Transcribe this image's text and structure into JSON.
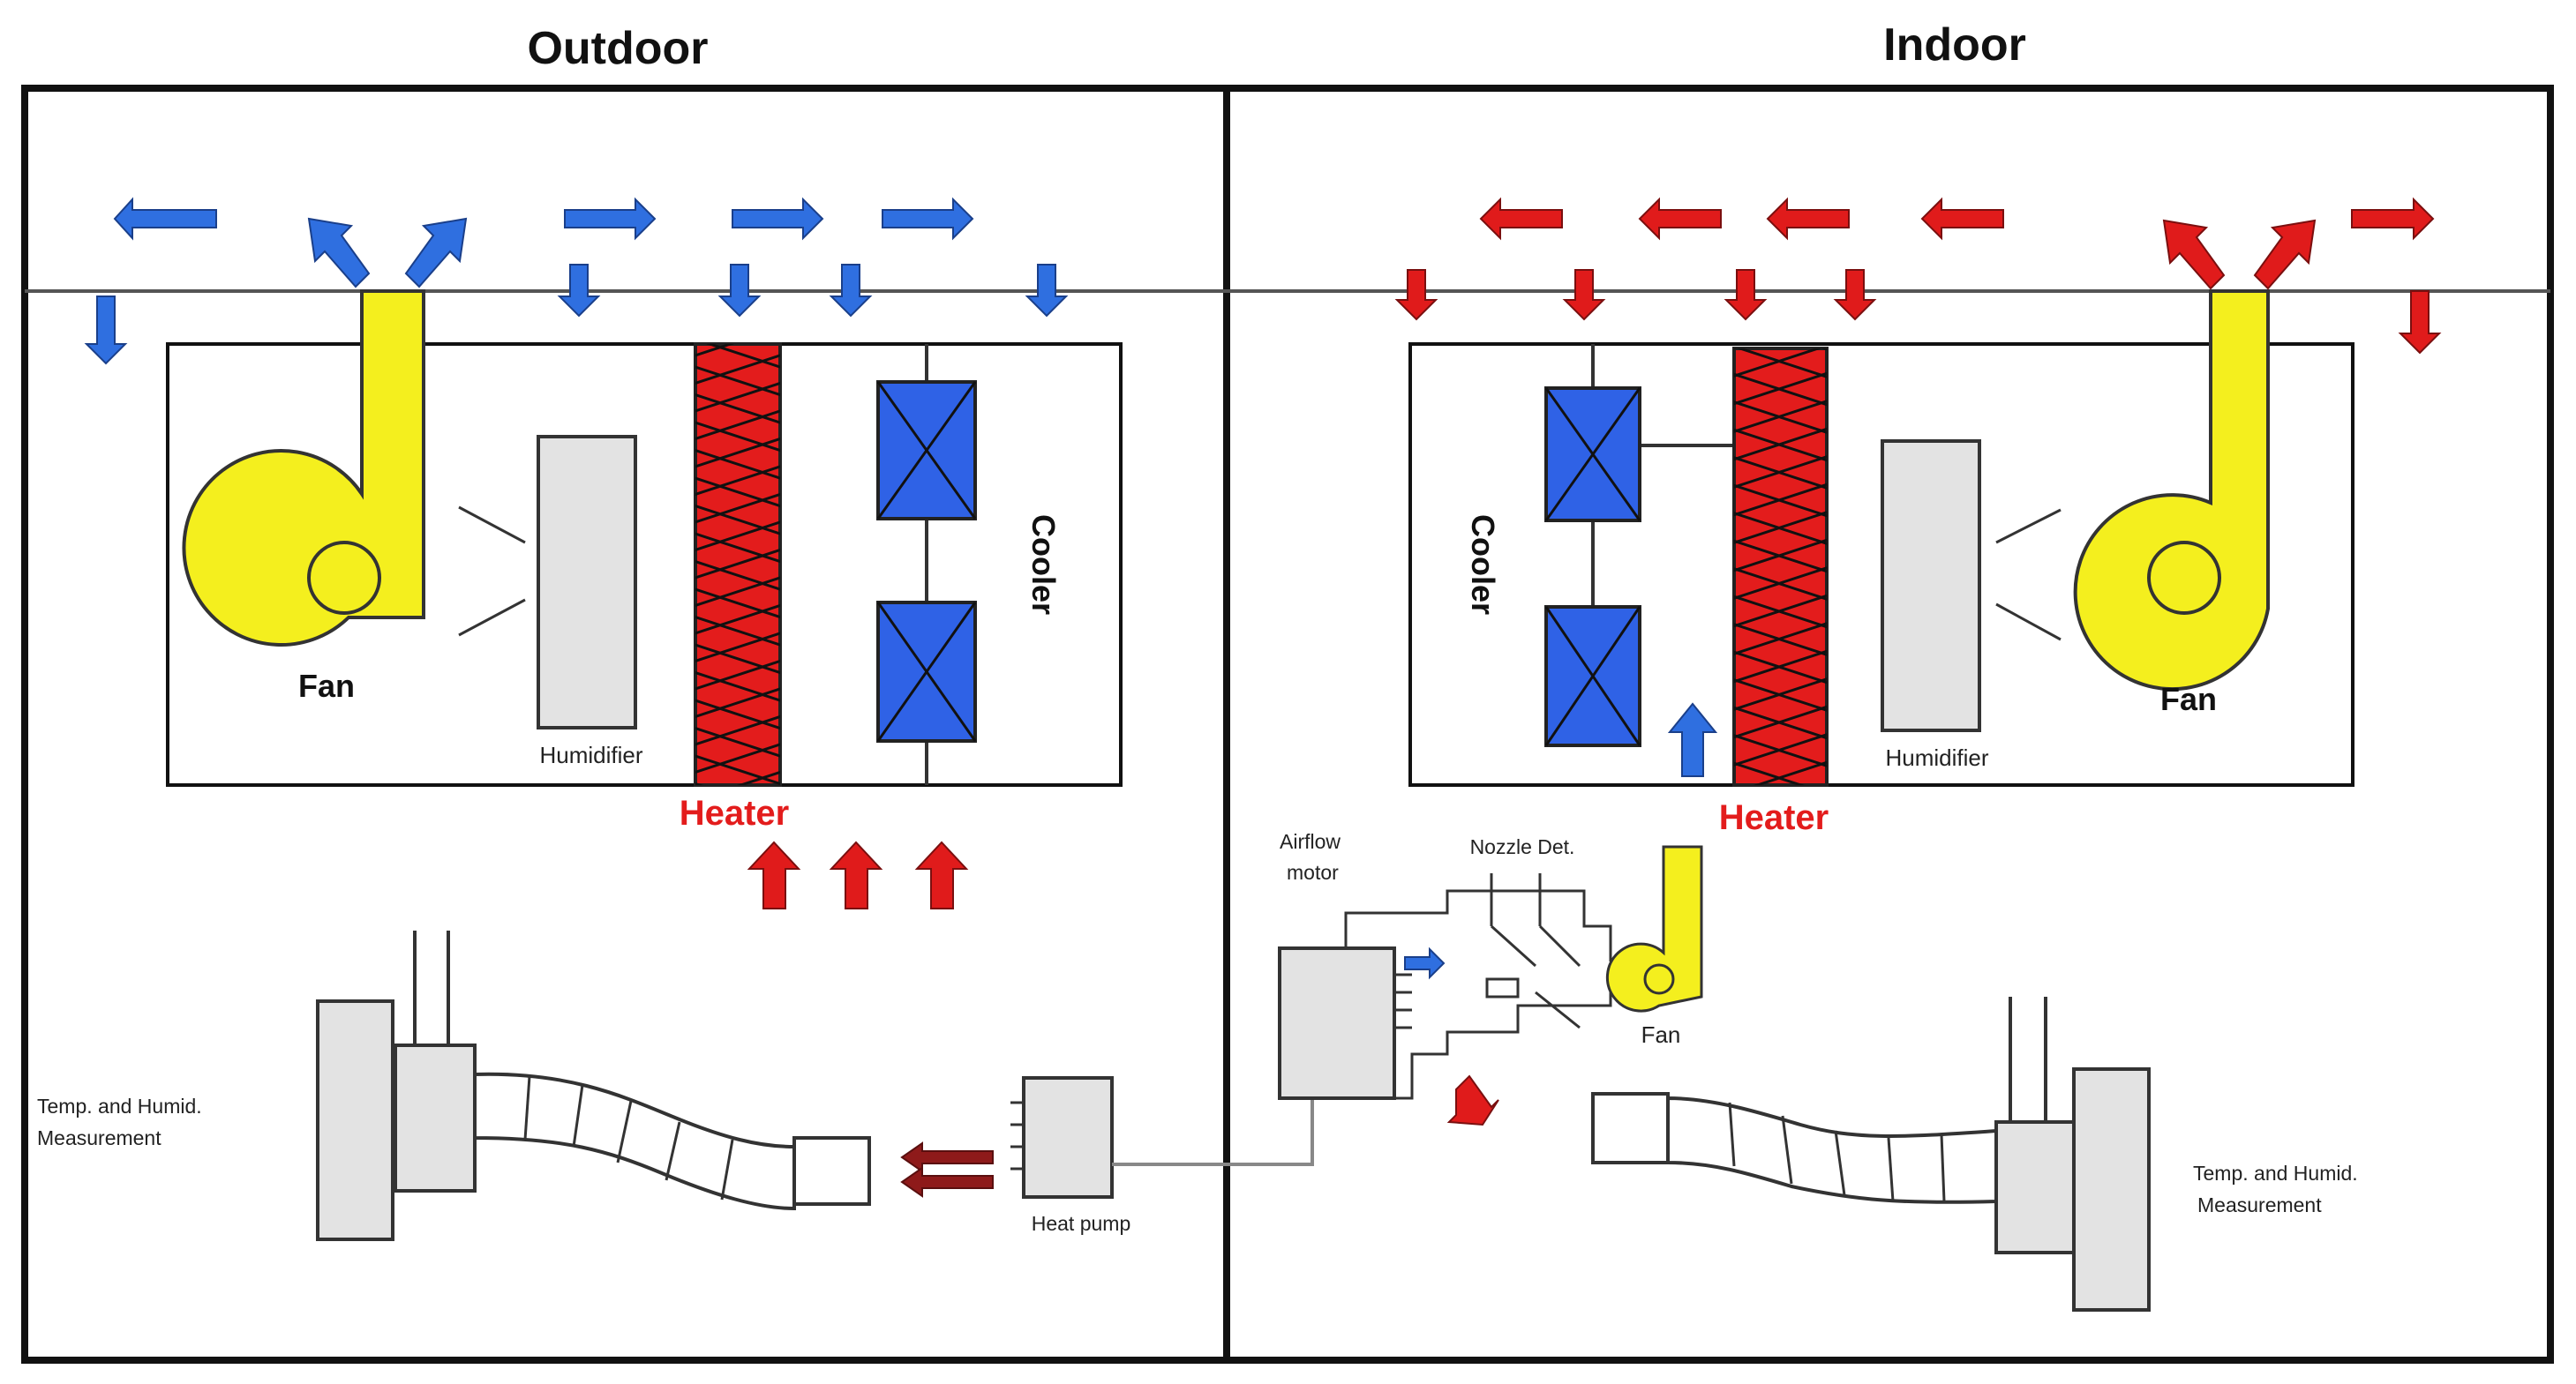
{
  "headings": {
    "outdoor": "Outdoor",
    "indoor": "Indoor"
  },
  "labels": {
    "fan": "Fan",
    "humidifier": "Humidifier",
    "heater": "Heater",
    "cooler": "Cooler",
    "airflow_motor_line1": "Airflow",
    "airflow_motor_line2": "motor",
    "nozzle_det": "Nozzle Det.",
    "heat_pump": "Heat pump",
    "temp_humid_line1": "Temp. and Humid.",
    "temp_humid_line2": "Measurement"
  },
  "colors": {
    "cold_arrow": "#2f6fe0",
    "hot_arrow": "#e01b1b",
    "heater": "#e31c1c",
    "cooler_coil": "#2f62e6",
    "fan": "#f4ef1e",
    "humidifier": "#e3e3e3",
    "heat_pump_arrow": "#8e1a1a"
  }
}
